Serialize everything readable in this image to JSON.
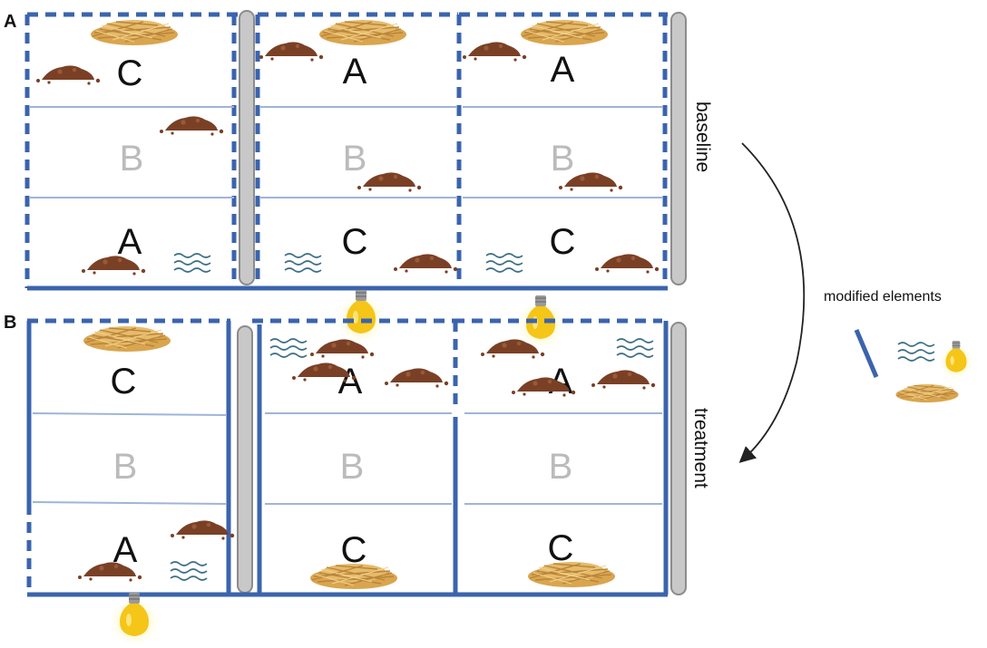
{
  "panels": [
    {
      "label": "A",
      "side_label": "baseline",
      "pens": [
        {
          "zones": [
            "C",
            "B",
            "A"
          ]
        },
        {
          "zones": [
            "A",
            "B",
            "C"
          ]
        },
        {
          "zones": [
            "A",
            "B",
            "C"
          ]
        }
      ]
    },
    {
      "label": "B",
      "side_label": "treatment",
      "pens": [
        {
          "zones": [
            "C",
            "B",
            "A"
          ]
        },
        {
          "zones": [
            "A",
            "B",
            "C"
          ]
        },
        {
          "zones": [
            "A",
            "B",
            "C"
          ]
        }
      ]
    }
  ],
  "legend": {
    "title": "modified elements"
  },
  "icons": [
    "straw-bedding-icon",
    "feces-pile-icon",
    "water-icon",
    "heat-lamp-icon",
    "feeder-icon",
    "wall-segment-icon",
    "transition-arrow-icon"
  ],
  "colors": {
    "wall": "#3b64ad",
    "divider": "#9fb4d8",
    "feeder_fill": "#c8c8c8",
    "feeder_stroke": "#8c8c8c",
    "zone_letter": "#111111",
    "zone_letter_faded": "#bbbbbb",
    "feces": "#7a4026",
    "straw": "#d9a54e",
    "water": "#3e6f86",
    "lamp": "#f5c518"
  }
}
